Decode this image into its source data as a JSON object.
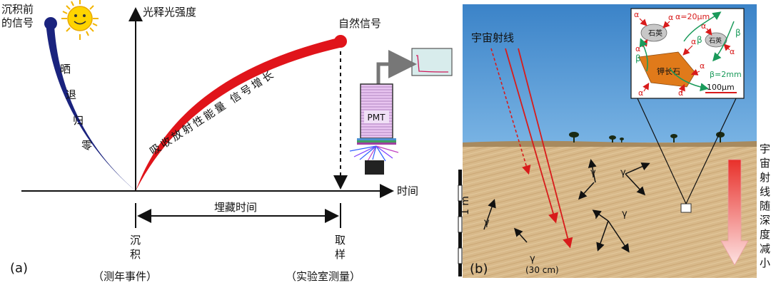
{
  "panel_a": {
    "tag": "(a)",
    "pre_deposit_label_line1": "沉积前",
    "pre_deposit_label_line2": "的信号",
    "bleach_chars": [
      "晒",
      "退",
      "归",
      "零"
    ],
    "y_axis_label": "光释光强度",
    "x_axis_label": "时间",
    "natural_signal": "自然信号",
    "accumulation_label": "吸收放射性能量 信号增长",
    "burial_time": "埋藏时间",
    "deposit_line1": "沉",
    "deposit_line2": "积",
    "sample_line1": "取",
    "sample_line2": "样",
    "event_note": "（测年事件）",
    "lab_note": "（实验室测量）",
    "pmt_label": "PMT"
  },
  "panel_b": {
    "tag": "(b)",
    "cosmic_label": "宇宙射线",
    "scale_label": "1 m",
    "gamma_symbol": "γ",
    "gamma_range": "(30 cm)",
    "depth_note": [
      "宇",
      "宙",
      "射",
      "线",
      "随",
      "深",
      "度",
      "减",
      "小"
    ],
    "inset": {
      "alpha_range": "α=20μm",
      "beta_range": "β=2mm",
      "quartz_label": "石英",
      "feldspar_label": "钾长石",
      "scale_bar": "100μm",
      "alpha_symbol": "α",
      "beta_symbol": "β"
    }
  },
  "colors": {
    "bleach_curve": "#1a237e",
    "growth_curve": "#e0141a",
    "sky": "#4a8fd0",
    "sediment": "#d8b88a",
    "alpha_arrow": "#d81b1b",
    "beta_arrow": "#1a9a5a",
    "feldspar": "#e07a1a"
  }
}
